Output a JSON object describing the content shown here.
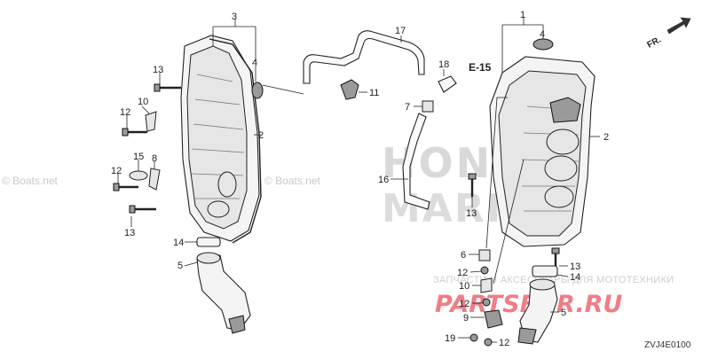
{
  "watermarks": {
    "brand_top": "HONDA",
    "brand_bottom": "MARINE",
    "boats_left": "© Boats.net",
    "boats_mid": "© Boats.net",
    "ru_tagline": "ЗАПЧАСТИ И АКСЕССУАРЫ ДЛЯ МОТОТЕХНИКИ",
    "site": "PARTSFOR.RU"
  },
  "direction": {
    "label": "FR."
  },
  "reference": {
    "label": "E-15"
  },
  "part_number": "ZVJ4E0100",
  "callouts": {
    "c1": "1",
    "c2a": "2",
    "c2b": "2",
    "c3": "3",
    "c4a": "4",
    "c4b": "4",
    "c5a": "5",
    "c5b": "5",
    "c6": "6",
    "c7": "7",
    "c8": "8",
    "c9": "9",
    "c10a": "10",
    "c10b": "10",
    "c11": "11",
    "c12a": "12",
    "c12b": "12",
    "c12c": "12",
    "c12d": "12",
    "c12e": "12",
    "c13a": "13",
    "c13b": "13",
    "c13c": "13",
    "c13d": "13",
    "c14a": "14",
    "c14b": "14",
    "c15": "15",
    "c16": "16",
    "c17": "17",
    "c18": "18",
    "c19": "19"
  }
}
